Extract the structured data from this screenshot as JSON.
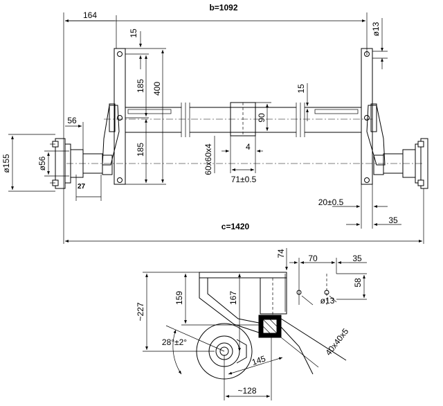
{
  "top_view": {
    "dims": {
      "b_total": "b=1092",
      "offset_164": "164",
      "plate_15_left": "15",
      "hole_d13": "ø13",
      "plate_185_upper": "185",
      "plate_400": "400",
      "plate_185_lower": "185",
      "tube_90": "90",
      "tube_15": "15",
      "d155": "ø155",
      "d56": "ø56",
      "hub_56": "56",
      "hub_27": "27",
      "tube_section": "60x60x4",
      "wall_4": "4",
      "plate_71": "71±0.5",
      "dim_20": "20±0.5",
      "dim_35": "35",
      "c_total": "c=1420"
    }
  },
  "side_view": {
    "dims": {
      "h_74": "74",
      "w_70": "70",
      "w_35": "35",
      "h_58": "58",
      "hole_d13": "ø13",
      "h_227": "~227",
      "h_159": "159",
      "h_167": "167",
      "angle": "28°±2°",
      "arm_145": "145",
      "tube_section": "40x40x5",
      "w_128": "~128"
    }
  }
}
